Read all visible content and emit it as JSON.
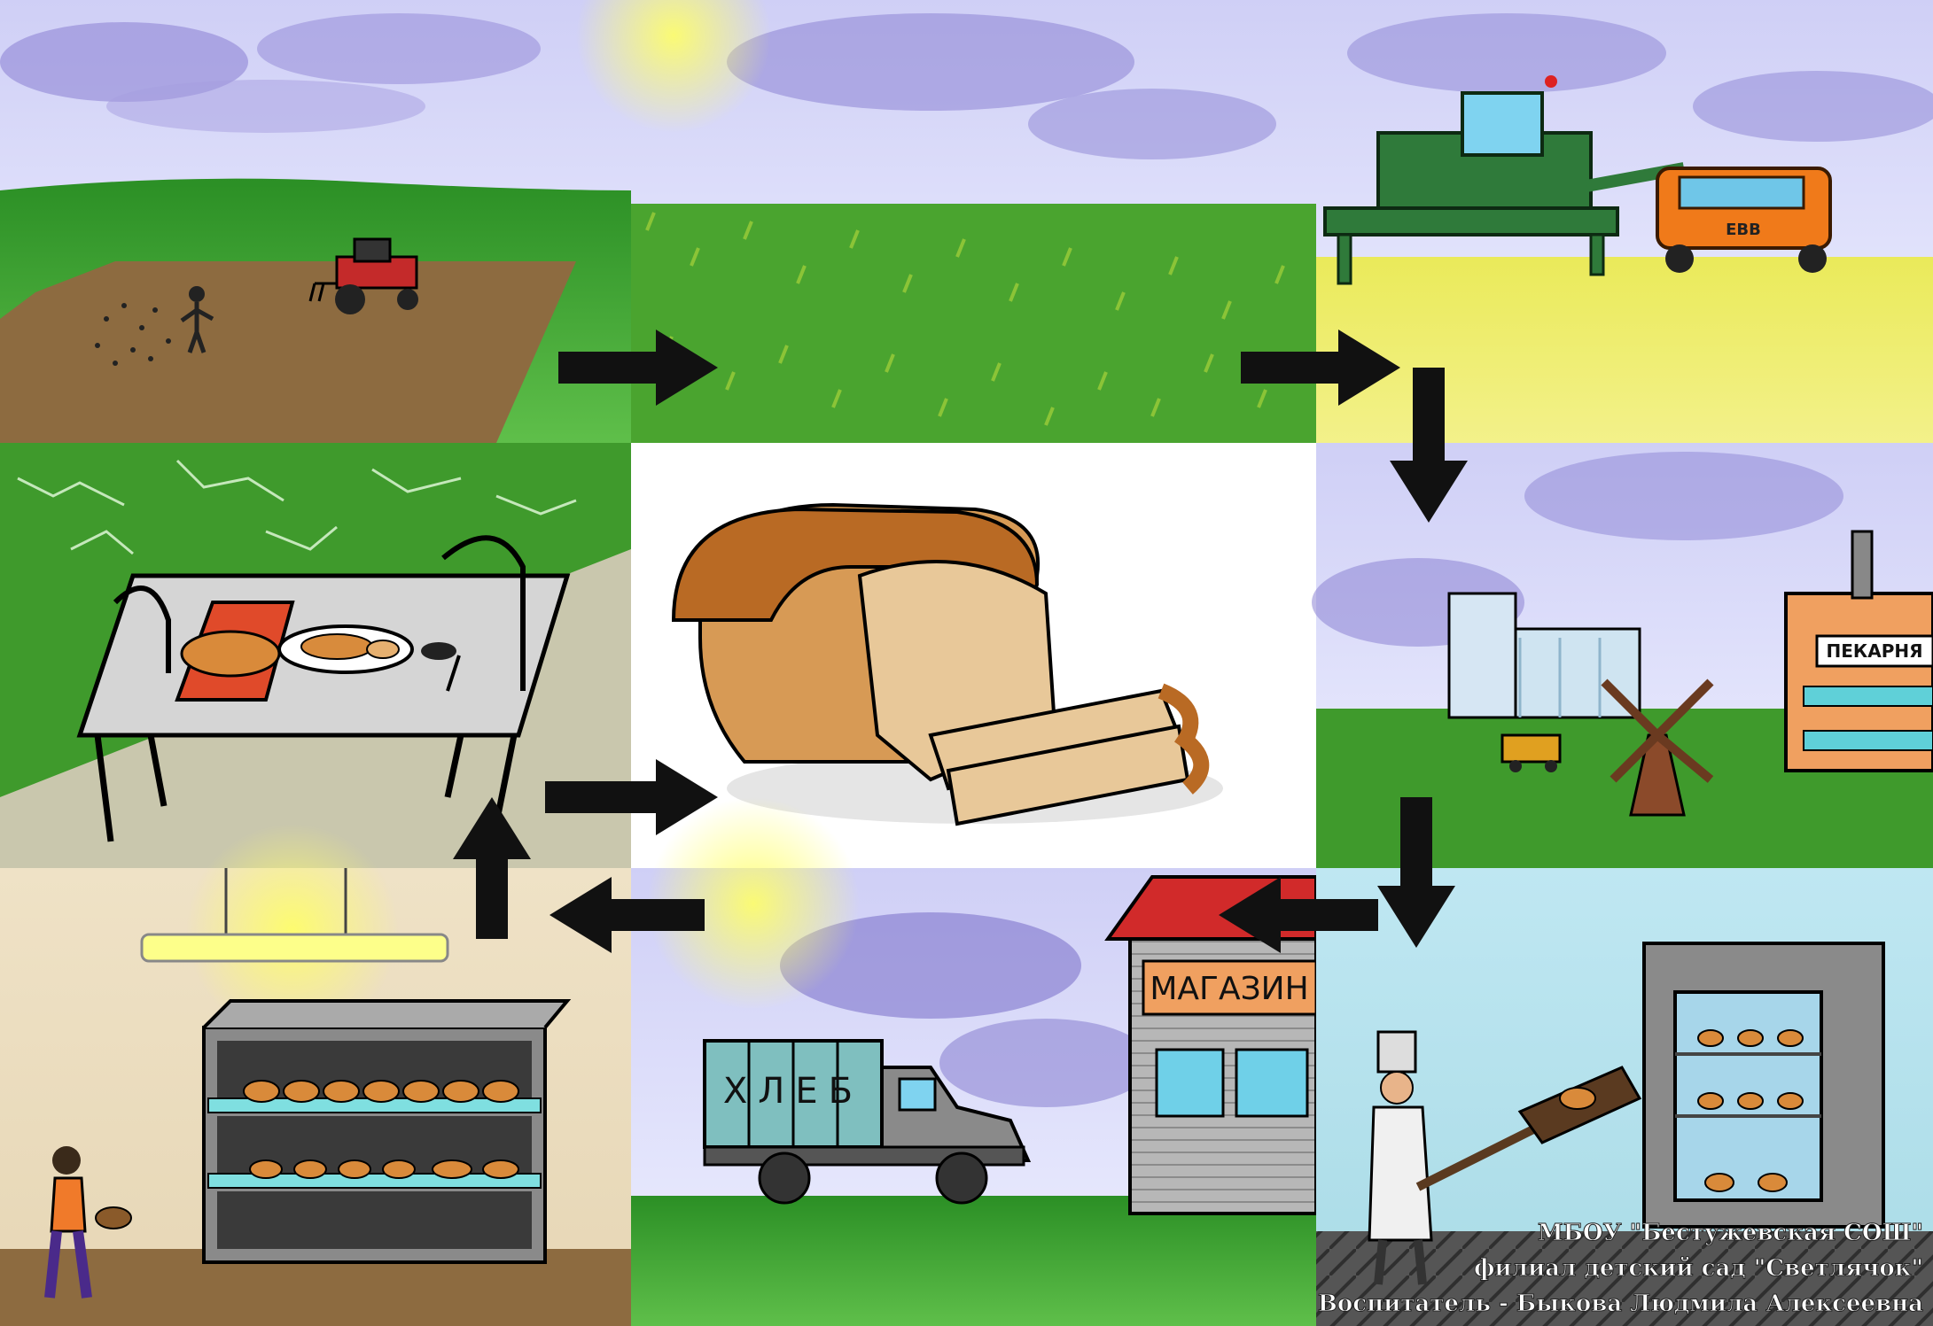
{
  "panels": [
    {
      "id": "plowing-sowing",
      "scene": "field sowing with tractor"
    },
    {
      "id": "green-wheat-field",
      "scene": "growing wheat"
    },
    {
      "id": "harvest",
      "scene": "combine harvester and truck"
    },
    {
      "id": "table",
      "scene": "bread on table"
    },
    {
      "id": "bread-loaf",
      "scene": "sliced loaf"
    },
    {
      "id": "mill-bakery",
      "scene": "elevator, windmill, bakery"
    },
    {
      "id": "store-shelves",
      "scene": "bread on shop shelves"
    },
    {
      "id": "delivery",
      "scene": "bread truck to store"
    },
    {
      "id": "baker",
      "scene": "baker and oven"
    }
  ],
  "labels": {
    "bakery_sign": "ПЕКАРНЯ",
    "store_sign": "МАГАЗИН",
    "truck_text": "ХЛЕБ",
    "truck_small_text": "ЕВВ"
  },
  "credits": {
    "line1": "МБОУ \"Бестужевская СОШ\"",
    "line2": "филиал детский сад \"Светлячок\"",
    "line3": "Воспитатель - Быкова Людмила Алексеевна"
  },
  "colors": {
    "sky": "#b9b9ee",
    "cloud": "#7c70c8",
    "grass": "#2f9a2a",
    "soil": "#8a6a3e",
    "wheat_yellow": "#e7e43f",
    "combine_green": "#2f7a3a",
    "truck_orange": "#f07a1a",
    "bread_crust": "#c87a2e",
    "bread_crumb": "#e8c89a",
    "arrow": "#111111"
  }
}
